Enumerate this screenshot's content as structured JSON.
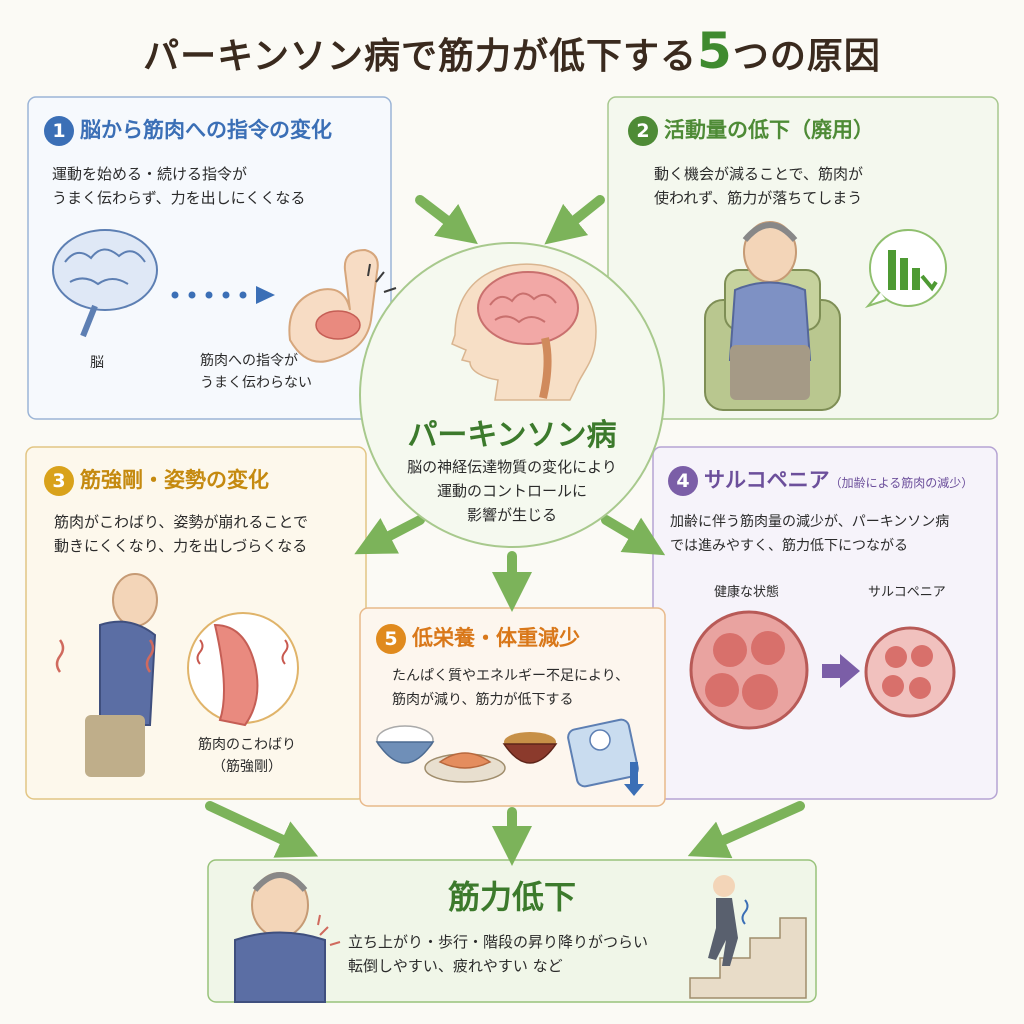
{
  "title": {
    "prefix": "パーキンソン病で筋力が低下する",
    "number": "5",
    "suffix": "つの原因"
  },
  "center": {
    "title": "パーキンソン病",
    "desc": [
      "脳の神経伝達物質の変化により",
      "運動のコントロールに",
      "影響が生じる"
    ]
  },
  "cause1": {
    "num": "1",
    "heading": "脳から筋肉への指令の変化",
    "desc": [
      "運動を始める・続ける指令が",
      "うまく伝わらず、力を出しにくくなる"
    ],
    "label_brain": "脳",
    "label_signal": [
      "筋肉への指令が",
      "うまく伝わらない"
    ]
  },
  "cause2": {
    "num": "2",
    "heading": "活動量の低下（廃用）",
    "desc": [
      "動く機会が減ることで、筋肉が",
      "使われず、筋力が落ちてしまう"
    ]
  },
  "cause3": {
    "num": "3",
    "heading": "筋強剛・姿勢の変化",
    "desc": [
      "筋肉がこわばり、姿勢が崩れることで",
      "動きにくくなり、力を出しづらくなる"
    ],
    "label": [
      "筋肉のこわばり",
      "（筋強剛）"
    ]
  },
  "cause4": {
    "num": "4",
    "heading": "サルコペニア",
    "sub": "（加齢による筋肉の減少）",
    "desc": [
      "加齢に伴う筋肉量の減少が、パーキンソン病",
      "では進みやすく、筋力低下につながる"
    ],
    "label_healthy": "健康な状態",
    "label_sarco": "サルコペニア"
  },
  "cause5": {
    "num": "5",
    "heading": "低栄養・体重減少",
    "desc": [
      "たんぱく質やエネルギー不足により、",
      "筋肉が減り、筋力が低下する"
    ]
  },
  "result": {
    "title": "筋力低下",
    "desc": [
      "立ち上がり・歩行・階段の昇り降りがつらい",
      "転倒しやすい、疲れやすい など"
    ]
  },
  "colors": {
    "green": "#6aa84f",
    "blue": "#3b6fb6",
    "yellow": "#d9a21b",
    "purple": "#7b5ea7",
    "orange": "#e08a1e",
    "arrow": "#7cb35a"
  }
}
